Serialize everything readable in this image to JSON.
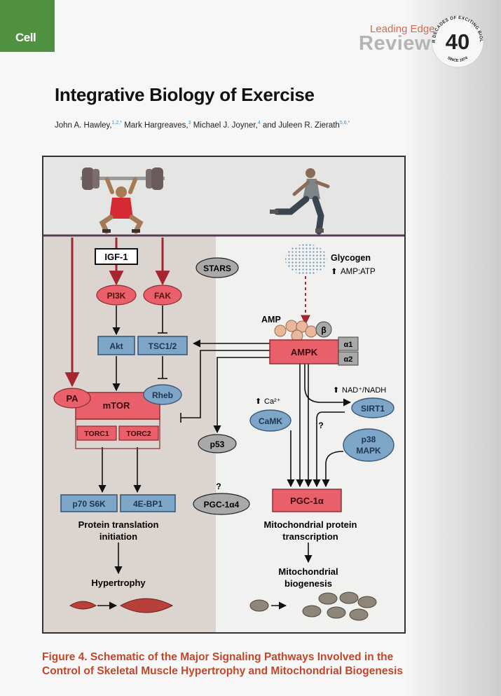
{
  "header": {
    "journal": "Cell",
    "series_top": "Leading Edge",
    "series_main": "Review",
    "badge_number": "40",
    "badge_arc_text": "FOUR DECADES OF EXCITING BIOLOGY",
    "badge_since": "SINCE 1974"
  },
  "article": {
    "title": "Integrative Biology of Exercise",
    "authors": [
      {
        "name": "John A. Hawley,",
        "sup": "1,2,*"
      },
      {
        "name": " Mark Hargreaves,",
        "sup": "3"
      },
      {
        "name": " Michael J. Joyner,",
        "sup": "4"
      },
      {
        "name": " and Juleen R. Zierath",
        "sup": "5,6,*"
      }
    ]
  },
  "figure": {
    "nodes": {
      "igf1": "IGF-1",
      "pi3k": "PI3K",
      "fak": "FAK",
      "stars": "STARS",
      "akt": "Akt",
      "tsc": "TSC1/2",
      "pa": "PA",
      "mtor": "mTOR",
      "rheb": "Rheb",
      "torc1": "TORC1",
      "torc2": "TORC2",
      "p53": "p53",
      "p70": "p70 S6K",
      "ebp1": "4E-BP1",
      "pgc1a4": "PGC-1α4",
      "q1": "?",
      "glycogen": "Glycogen",
      "ampatp": "AMP:ATP",
      "amp": "AMP",
      "ampk": "AMPK",
      "beta": "β",
      "alpha1": "α1",
      "alpha2": "α2",
      "nad": "NAD⁺/NADH",
      "ca": "Ca²⁺",
      "camk": "CaMK",
      "sirt1": "SIRT1",
      "q2": "?",
      "p38": "p38",
      "mapk": "MAPK",
      "pgc1a": "PGC-1α"
    },
    "labels": {
      "protein_l1": "Protein translation",
      "protein_l2": "initiation",
      "hypertrophy": "Hypertrophy",
      "mito_l1": "Mitochondrial protein",
      "mito_l2": "transcription",
      "biogenesis_l1": "Mitochondrial",
      "biogenesis_l2": "biogenesis"
    }
  },
  "caption": "Figure 4. Schematic of the Major Signaling Pathways Involved in the Control of Skeletal Muscle Hypertrophy and Mitochondrial Biogenesis",
  "colors": {
    "cell_green": "#4f9041",
    "review_orange": "#d26b4f",
    "caption_red": "#c2462a",
    "node_red": "#e9606a",
    "node_blue": "#7ea6c8",
    "node_gray": "#a9a9a9",
    "pathway_red": "#a5262e"
  }
}
